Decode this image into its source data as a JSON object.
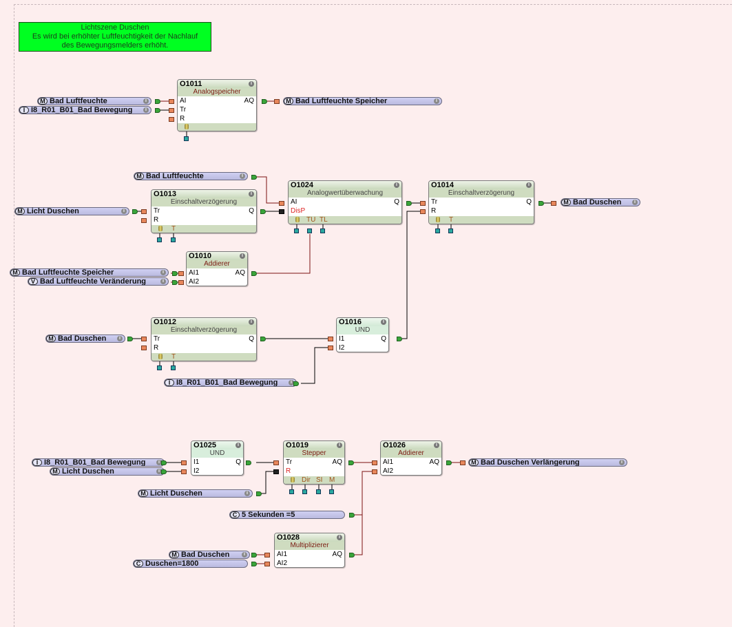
{
  "comment": {
    "line1": "Lichtszene Duschen",
    "line2": "Es wird bei erhöhter Luftfeuchtigkeit der Nachlauf",
    "line3": "des Bewegungsmelders erhöht.",
    "color": "#00ff21"
  },
  "flags": {
    "f1": {
      "type": "M",
      "label": "Bad Luftfeuchte"
    },
    "f2": {
      "type": "I",
      "label": "I8_R01_B01_Bad Bewegung"
    },
    "f3": {
      "type": "M",
      "label": "Bad Luftfeuchte Speicher"
    },
    "f4": {
      "type": "M",
      "label": "Bad Luftfeuchte"
    },
    "f5": {
      "type": "M",
      "label": "Licht Duschen"
    },
    "f6": {
      "type": "M",
      "label": "Bad Duschen"
    },
    "f7": {
      "type": "M",
      "label": "Bad Luftfeuchte Speicher"
    },
    "f8": {
      "type": "V",
      "label": "Bad Luftfeuchte Veränderung"
    },
    "f9": {
      "type": "M",
      "label": "Bad Duschen"
    },
    "f10": {
      "type": "I",
      "label": "I8_R01_B01_Bad Bewegung"
    },
    "f11": {
      "type": "I",
      "label": "I8_R01_B01_Bad Bewegung"
    },
    "f12": {
      "type": "M",
      "label": "Licht Duschen"
    },
    "f13": {
      "type": "M",
      "label": "Licht Duschen"
    },
    "f14": {
      "type": "M",
      "label": "Bad Duschen Verlängerung"
    },
    "f15": {
      "type": "C",
      "label": "5 Sekunden =5"
    },
    "f16": {
      "type": "M",
      "label": "Bad Duschen"
    },
    "f17": {
      "type": "C",
      "label": "Duschen=1800"
    }
  },
  "info_glyph": "i",
  "blocks": {
    "O1011": {
      "id": "O1011",
      "name": "Analogspeicher",
      "inputs": [
        "AI",
        "Tr",
        "R"
      ],
      "output": "AQ",
      "params": []
    },
    "O1013": {
      "id": "O1013",
      "name": "Einschaltverzögerung",
      "inputs": [
        "Tr",
        "R"
      ],
      "output": "Q",
      "params": [
        "T"
      ]
    },
    "O1024": {
      "id": "O1024",
      "name": "Analogwertüberwachung",
      "inputs": [
        "AI",
        "DisP"
      ],
      "output": "Q",
      "params": [
        "TU",
        "TL"
      ]
    },
    "O1014": {
      "id": "O1014",
      "name": "Einschaltverzögerung",
      "inputs": [
        "Tr",
        "R"
      ],
      "output": "Q",
      "params": [
        "T"
      ]
    },
    "O1010": {
      "id": "O1010",
      "name": "Addierer",
      "inputs": [
        "AI1",
        "AI2"
      ],
      "output": "AQ",
      "params": []
    },
    "O1012": {
      "id": "O1012",
      "name": "Einschaltverzögerung",
      "inputs": [
        "Tr",
        "R"
      ],
      "output": "Q",
      "params": [
        "T"
      ]
    },
    "O1016": {
      "id": "O1016",
      "name": "UND",
      "inputs": [
        "I1",
        "I2"
      ],
      "output": "Q",
      "params": []
    },
    "O1025": {
      "id": "O1025",
      "name": "UND",
      "inputs": [
        "I1",
        "I2"
      ],
      "output": "Q",
      "params": []
    },
    "O1019": {
      "id": "O1019",
      "name": "Stepper",
      "inputs": [
        "Tr",
        "R"
      ],
      "output": "AQ",
      "params": [
        "Dir",
        "SI",
        "M"
      ]
    },
    "O1026": {
      "id": "O1026",
      "name": "Addierer",
      "inputs": [
        "AI1",
        "AI2"
      ],
      "output": "AQ",
      "params": []
    },
    "O1028": {
      "id": "O1028",
      "name": "Multiplizierer",
      "inputs": [
        "AI1",
        "AI2"
      ],
      "output": "AQ",
      "params": []
    }
  },
  "colors": {
    "background": "#fdeeee",
    "wire_analog": "#7a1010",
    "wire_digital": "#000000",
    "flag_fill": "#c4c4ea",
    "output_connector": "#3aa53a",
    "input_connector": "#e8875c"
  }
}
